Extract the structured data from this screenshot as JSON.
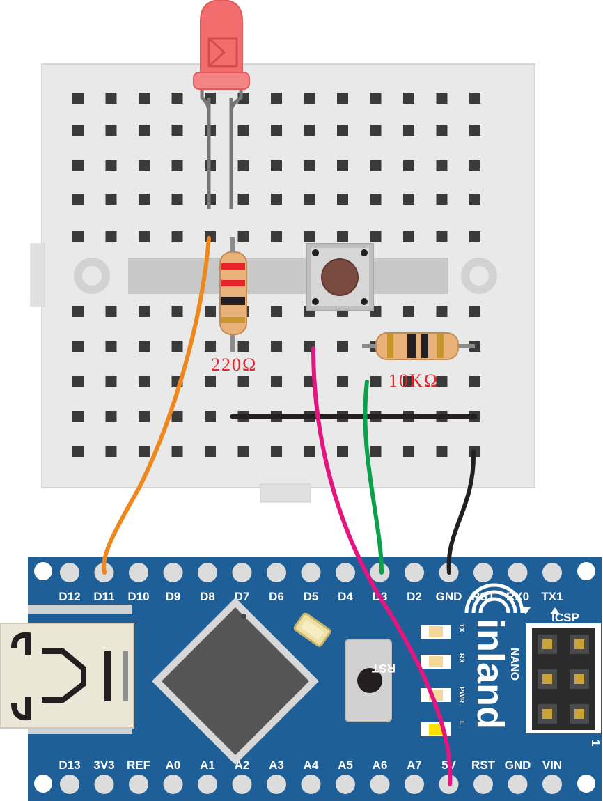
{
  "resistors": {
    "r1_label": "220Ω",
    "r2_label": "10KΩ"
  },
  "board": {
    "top_pins": [
      "D12",
      "D11",
      "D10",
      "D9",
      "D8",
      "D7",
      "D6",
      "D5",
      "D4",
      "D3",
      "D2",
      "GND",
      "RST",
      "RX0",
      "TX1"
    ],
    "bottom_pins": [
      "D13",
      "3V3",
      "REF",
      "A0",
      "A1",
      "A2",
      "A3",
      "A4",
      "A5",
      "A6",
      "A7",
      "5V",
      "RST",
      "GND",
      "VIN"
    ],
    "icsp_label": "ICSP",
    "icsp_pin1": "1",
    "reset_label": "RST",
    "leds": [
      "TX",
      "RX",
      "PWR",
      "L"
    ],
    "brand": "inland",
    "model": "NANO"
  },
  "colors": {
    "breadboard": "#e8e8e8",
    "board_blue": "#1e5f97",
    "wire_orange": "#f0871c",
    "wire_magenta": "#e5157f",
    "wire_green": "#0aa14a",
    "wire_black": "#231f20",
    "led_red": "#f26d6d"
  }
}
